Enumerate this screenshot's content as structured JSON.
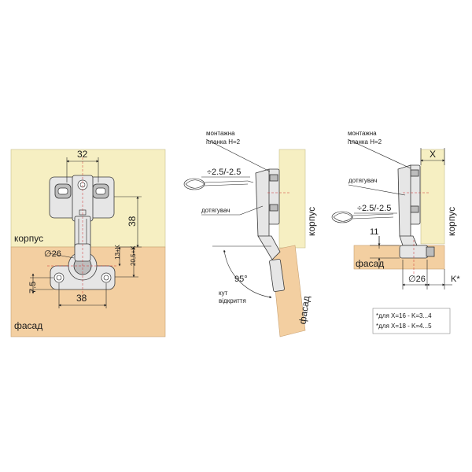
{
  "view_left": {
    "panel_top_label": "корпус",
    "panel_bottom_label": "фасад",
    "dim_width_top": "32",
    "dim_height": "38",
    "dim_cup": "∅26",
    "dim_13k": "13+K",
    "dim_205k": "20,5+K",
    "dim_75": "7.5",
    "dim_width_bottom": "38"
  },
  "view_middle": {
    "label_plate": "монтажна",
    "label_plate2": "планка H=2",
    "label_adjust": "÷2.5/-2.5",
    "label_tightener": "дотягувач",
    "panel_korpus": "корпус",
    "panel_fasad": "фасад",
    "angle_label": "95°",
    "angle_caption1": "кут",
    "angle_caption2": "відкриття"
  },
  "view_right": {
    "label_plate": "монтажна",
    "label_plate2": "планка H=2",
    "label_tightener": "дотягувач",
    "label_adjust": "÷2.5/-2.5",
    "dim_x": "X",
    "dim_11": "11",
    "panel_korpus": "корпус",
    "panel_fasad": "фасад",
    "dim_cup": "∅26",
    "dim_k": "K*",
    "note_1": "*для X=16 - K=3...4",
    "note_2": "*для X=18 - K=4...5"
  }
}
